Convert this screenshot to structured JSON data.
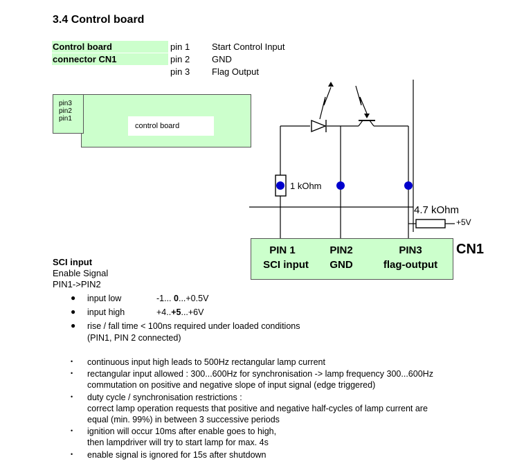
{
  "section_title": "3.4 Control board",
  "connector_table": {
    "label_line1": "Control board",
    "label_line2": "connector CN1",
    "rows": [
      {
        "pin": "pin 1",
        "function": "Start Control Input"
      },
      {
        "pin": "pin 2",
        "function": "GND"
      },
      {
        "pin": "pin 3",
        "function": "Flag Output"
      }
    ]
  },
  "board_diagram": {
    "pins": [
      "pin3",
      "pin2",
      "pin1"
    ],
    "board_label": "control board"
  },
  "schematic": {
    "resistor_1": "1 kOhm",
    "resistor_2": "4.7 kOhm",
    "supply": "+5V",
    "connector_name": "CN1",
    "connector_pins": [
      {
        "name": "PIN 1",
        "function": "SCI input"
      },
      {
        "name": "PIN2",
        "function": "GND"
      },
      {
        "name": "PIN3",
        "function": "flag-output"
      }
    ],
    "colors": {
      "board_fill": "#ccffcc",
      "node_dot": "#0000cc"
    }
  },
  "sci": {
    "heading": "SCI input",
    "line1": "Enable Signal",
    "line2": "PIN1->PIN2",
    "levels": [
      {
        "label": "input low",
        "pre": "-1... ",
        "bold": "0",
        "post": "...+0.5V"
      },
      {
        "label": "input high",
        "pre": "+4..",
        "bold": "+5",
        "post": "...+6V"
      }
    ],
    "rise_fall": [
      "rise / fall time < 100ns required under loaded conditions",
      "(PIN1, PIN 2 connected)"
    ]
  },
  "notes": [
    [
      "continuous input high leads to 500Hz rectangular lamp current"
    ],
    [
      "rectangular input allowed : 300...600Hz for synchronisation  -> lamp frequency 300...600Hz",
      "commutation on positive and negative slope of input signal (edge triggered)"
    ],
    [
      "duty cycle / synchronisation restrictions :",
      "correct lamp operation requests that positive and negative half-cycles of lamp current are",
      "equal (min. 99%) in between 3 successive periods"
    ],
    [
      "ignition will occur 10ms after enable goes to high,",
      "then lampdriver will try to start lamp for max. 4s"
    ],
    [
      "enable signal is ignored for 15s after shutdown"
    ]
  ]
}
